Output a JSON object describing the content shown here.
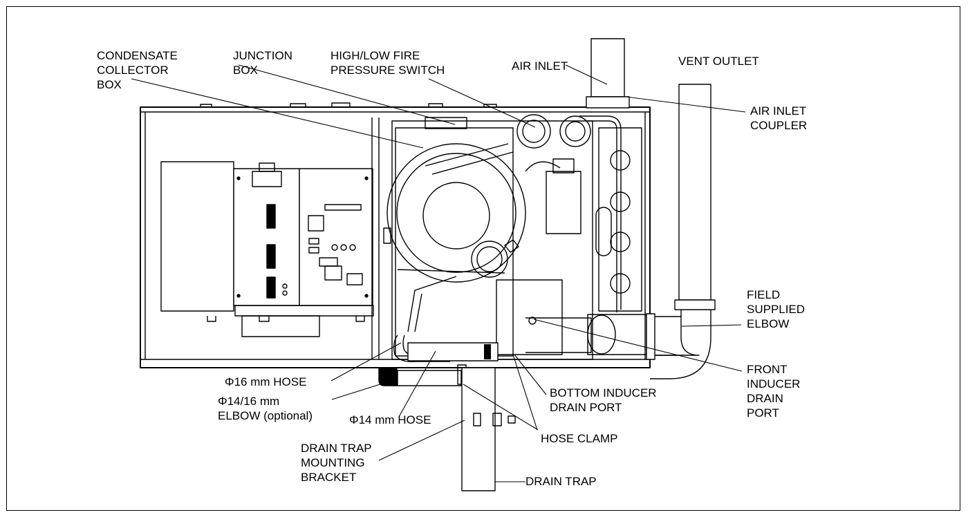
{
  "labels": {
    "condensate_collector_box": "CONDENSATE\nCOLLECTOR\nBOX",
    "junction_box": "JUNCTION\nBOX",
    "pressure_switch": "HIGH/LOW FIRE\nPRESSURE SWITCH",
    "air_inlet": "AIR INLET",
    "vent_outlet": "VENT OUTLET",
    "air_inlet_coupler": "AIR INLET\nCOUPLER",
    "field_supplied_elbow": "FIELD\nSUPPLIED\nELBOW",
    "front_inducer_drain_port": "FRONT\nINDUCER\nDRAIN\nPORT",
    "hose_16": "Φ16 mm HOSE",
    "elbow_14_16": "Φ14/16 mm\nELBOW (optional)",
    "hose_14": "Φ14 mm HOSE",
    "bottom_inducer_drain_port": "BOTTOM INDUCER\nDRAIN PORT",
    "hose_clamp": "HOSE CLAMP",
    "drain_trap_mounting_bracket": "DRAIN TRAP\nMOUNTING\nBRACKET",
    "drain_trap": "DRAIN TRAP"
  }
}
